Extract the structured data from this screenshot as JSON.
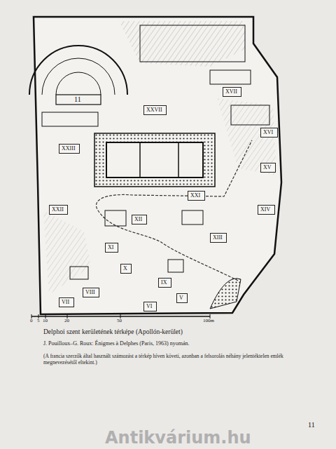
{
  "diagram": {
    "title": "Delphoi szent kerületének térképe (Apollón-kerület)",
    "nodes": [
      {
        "text": [
          "XXVII"
        ]
      },
      {
        "text": [
          "XXIII"
        ]
      },
      {
        "text": [
          "XXII"
        ]
      },
      {
        "text": [
          "XXI"
        ]
      },
      {
        "text": [
          "XVII"
        ]
      },
      {
        "text": [
          "XVI"
        ]
      },
      {
        "text": [
          "XV"
        ]
      },
      {
        "text": [
          "XIV"
        ]
      },
      {
        "text": [
          "XIII"
        ]
      },
      {
        "text": [
          "XII"
        ]
      },
      {
        "text": [
          "XI"
        ]
      },
      {
        "text": [
          "X"
        ]
      },
      {
        "text": [
          "IX"
        ]
      },
      {
        "text": [
          "VIII"
        ]
      },
      {
        "text": [
          "VII"
        ]
      },
      {
        "text": [
          "VI"
        ]
      },
      {
        "text": [
          "V"
        ]
      }
    ],
    "labels": [
      "11",
      "0",
      "5",
      "10",
      "20",
      "50",
      "100m",
      "J. Pouilloux–G. Roux: Énigmes à Delphes (Paris, 1963) nyomán.",
      "(A francia szerzők által használt számozást a térkép híven követi, azonban a felsorolás néhány jelentéktelen emlék megnevezésétől eltekint.)",
      "11",
      "Antikvárium.hu"
    ]
  }
}
